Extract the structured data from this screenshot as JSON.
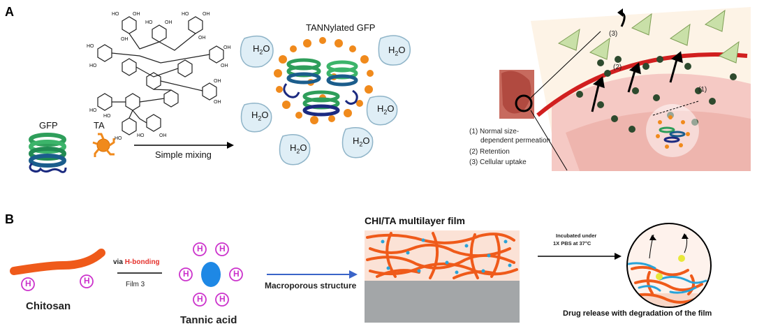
{
  "panel_a": {
    "label": "A",
    "gfp_label": "GFP",
    "ta_label": "TA",
    "mixing_label": "Simple mixing",
    "tannylated_label": "TANNylated GFP",
    "water_label_h": "H",
    "water_label_sub": "2",
    "water_label_o": "O",
    "steps": {
      "s1_line1": "(1) Normal size-",
      "s1_line2": "dependent permeation",
      "s2": "(2) Retention",
      "s3": "(3) Cellular uptake"
    },
    "markers": [
      "(1)",
      "(2)",
      "(3)"
    ]
  },
  "panel_b": {
    "label": "B",
    "via_prefix": "via ",
    "via_highlight": "H-bonding",
    "film_label": "Film 3",
    "chitosan_label": "Chitosan",
    "tannic_label": "Tannic acid",
    "h_symbol": "H",
    "macroporous_label": "Macroporous structure",
    "film_title": "CHI/TA multilayer  film",
    "incubated_line1": "Incubated under",
    "incubated_line2": "1X PBS at 37°C",
    "drug_release_label": "Drug release with degradation of the film"
  },
  "colors": {
    "gfp_green": "#2e9e5a",
    "gfp_blue": "#1b2a80",
    "ta_orange": "#f08a1c",
    "chitosan_orange": "#ef5a1a",
    "tannic_magenta": "#cc33cc",
    "tannic_blue": "#1e88e5",
    "vessel_red": "#d11f1f",
    "h_bond_red": "#e5322d",
    "arrow_blue": "#3a64c8"
  }
}
